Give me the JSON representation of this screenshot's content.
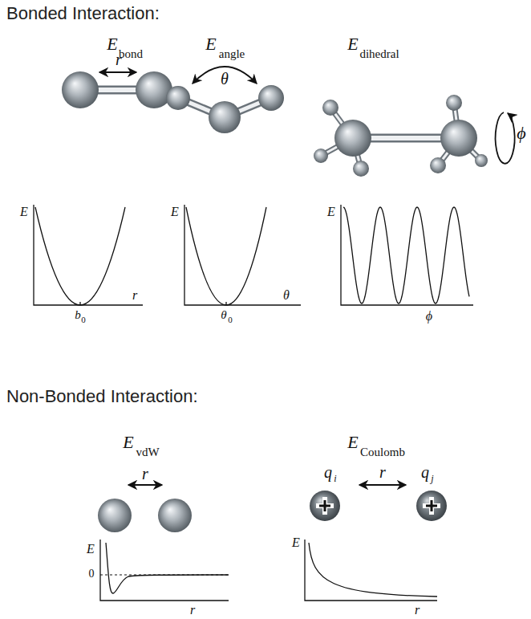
{
  "diagram": {
    "labels": [
      "Bonded Interaction:",
      "E",
      "bond",
      "r",
      "E",
      "angle",
      "θ",
      "E",
      "dihedral",
      "ϕ",
      "E",
      "r",
      "b",
      "0",
      "E",
      "θ",
      "θ",
      "0",
      "E",
      "ϕ",
      "Non-Bonded Interaction:",
      "E",
      "vdW",
      "r",
      "E",
      "Coulomb",
      "q",
      "i",
      "r",
      "q",
      "j",
      "E",
      "0",
      "r",
      "E",
      "r"
    ]
  }
}
